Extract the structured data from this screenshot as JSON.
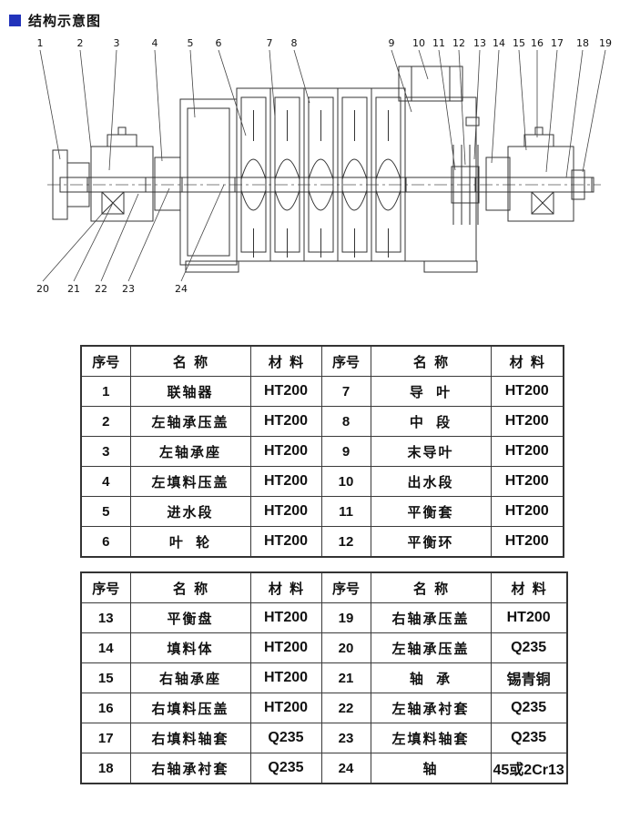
{
  "page": {
    "title": "结构示意图"
  },
  "colors": {
    "accent": "#2233bb"
  },
  "diagram": {
    "callouts_top": [
      "1",
      "2",
      "3",
      "4",
      "5",
      "6",
      "7",
      "8",
      "9",
      "10",
      "11",
      "12",
      "13",
      "14",
      "15",
      "16",
      "17",
      "18",
      "19"
    ],
    "callouts_bottom": [
      "20",
      "21",
      "22",
      "23",
      "24"
    ]
  },
  "tables": [
    {
      "headers": [
        "序号",
        "名  称",
        "材  料",
        "序号",
        "名  称",
        "材  料"
      ],
      "rows": [
        [
          "1",
          "联轴器",
          "HT200",
          "7",
          "导  叶",
          "HT200"
        ],
        [
          "2",
          "左轴承压盖",
          "HT200",
          "8",
          "中  段",
          "HT200"
        ],
        [
          "3",
          "左轴承座",
          "HT200",
          "9",
          "末导叶",
          "HT200"
        ],
        [
          "4",
          "左填料压盖",
          "HT200",
          "10",
          "出水段",
          "HT200"
        ],
        [
          "5",
          "进水段",
          "HT200",
          "11",
          "平衡套",
          "HT200"
        ],
        [
          "6",
          "叶  轮",
          "HT200",
          "12",
          "平衡环",
          "HT200"
        ]
      ]
    },
    {
      "headers": [
        "序号",
        "名  称",
        "材  料",
        "序号",
        "名  称",
        "材  料"
      ],
      "rows": [
        [
          "13",
          "平衡盘",
          "HT200",
          "19",
          "右轴承压盖",
          "HT200"
        ],
        [
          "14",
          "填料体",
          "HT200",
          "20",
          "左轴承压盖",
          "Q235"
        ],
        [
          "15",
          "右轴承座",
          "HT200",
          "21",
          "轴  承",
          "锡青铜"
        ],
        [
          "16",
          "右填料压盖",
          "HT200",
          "22",
          "左轴承衬套",
          "Q235"
        ],
        [
          "17",
          "右填料轴套",
          "Q235",
          "23",
          "左填料轴套",
          "Q235"
        ],
        [
          "18",
          "右轴承衬套",
          "Q235",
          "24",
          "轴",
          "45或2Cr13"
        ]
      ]
    }
  ]
}
